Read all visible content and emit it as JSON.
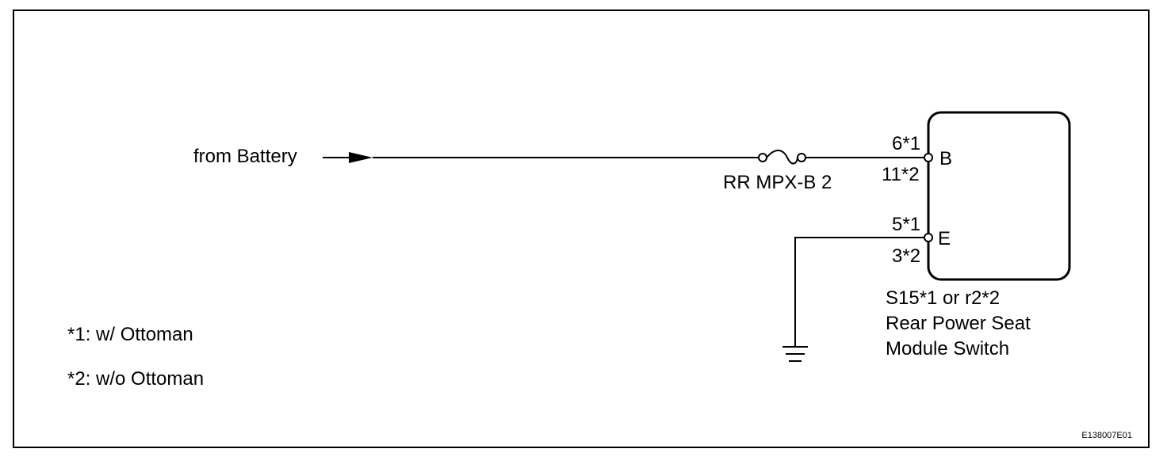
{
  "diagram": {
    "source_label": "from Battery",
    "fuse_label": "RR MPX-B 2",
    "pins": {
      "b_pin_top": "6*1",
      "b_pin_bottom": "11*2",
      "b_terminal": "B",
      "e_pin_top": "5*1",
      "e_pin_bottom": "3*2",
      "e_terminal": "E"
    },
    "component": {
      "connector": "S15*1 or r2*2",
      "name_line1": "Rear Power Seat",
      "name_line2": "Module Switch"
    },
    "notes": {
      "note1": "*1: w/ Ottoman",
      "note2": "*2: w/o Ottoman"
    },
    "figure_id": "E138007E01"
  }
}
